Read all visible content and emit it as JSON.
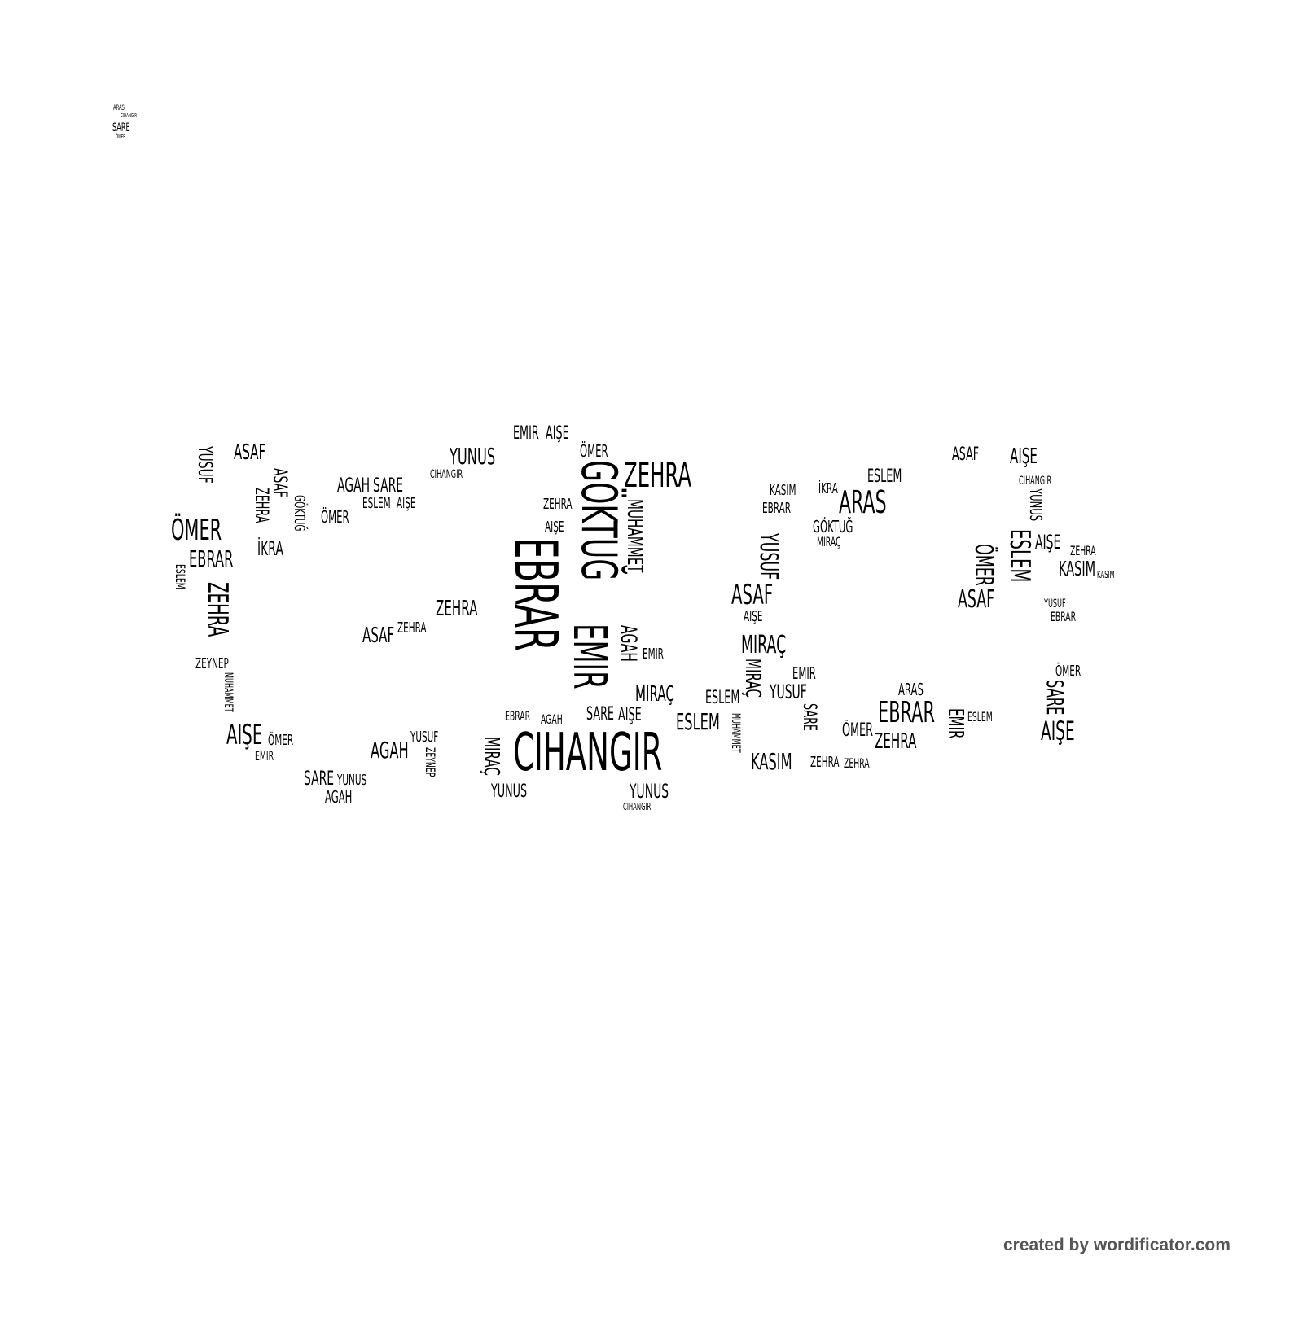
{
  "words": [
    "CIHANGIR",
    "GÖKTUĞ",
    "EBRAR",
    "EMIR",
    "AGAH",
    "MUHAMMET",
    "ZEHRA",
    "ÖMER",
    "ARAS",
    "ESLEM",
    "ÖMER",
    "KASIM",
    "AIŞE",
    "ASAF",
    "YUSUF",
    "ASAF",
    "MIRAÇ",
    "MIRAÇ",
    "EBRAR",
    "ZEHRA",
    "AIŞE",
    "SARE",
    "EMIR",
    "KASIM",
    "YUNUS",
    "AIŞE",
    "AGAH",
    "SARE",
    "AGAH",
    "ZEHRA",
    "ASAF",
    "ZEHRA",
    "YUSUF",
    "ASAF",
    "ASAF",
    "ZEHRA",
    "EBRAR",
    "İKRA",
    "AGAH",
    "SARE",
    "ESLEM",
    "AIŞE",
    "YUNUS",
    "EMIR",
    "AIŞE",
    "ÖMER",
    "ESLEM",
    "ASAF",
    "AIŞE",
    "YUNUS",
    "GÖKTUĞ",
    "MIRAÇ",
    "ZEHRA",
    "ESLEM",
    "MIRAÇ",
    "YUSUF",
    "EMIR",
    "SARE",
    "ZEHRA",
    "ÖMER",
    "ARAS",
    "YUNUS",
    "MUHAMMET",
    "CIHANGIR",
    "ESLEM",
    "ÖMER",
    "MIRAÇ",
    "ZEYNEP",
    "EMIR",
    "ESLEM",
    "SARE",
    "AIŞE",
    "ZEHRA",
    "YUNUS",
    "ZEYNEP",
    "MUHAMMET",
    "AGAH",
    "GÖKTUĞ",
    "EMIR",
    "ÖMER",
    "ESLEM",
    "ZEHRA",
    "CIHANGIR",
    "KASIM",
    "İKRA",
    "EBRAR",
    "AIŞE",
    "ZEHRA",
    "KASIM",
    "YUSUF",
    "EBRAR",
    "ÖMER",
    "AIŞE",
    "YUSUF",
    "EBRAR",
    "CIHANGIR",
    "ARAS",
    "SARE",
    "ÖMER",
    "CIHANGIR"
  ],
  "footer": {
    "credit": "created by wordificator.com"
  }
}
